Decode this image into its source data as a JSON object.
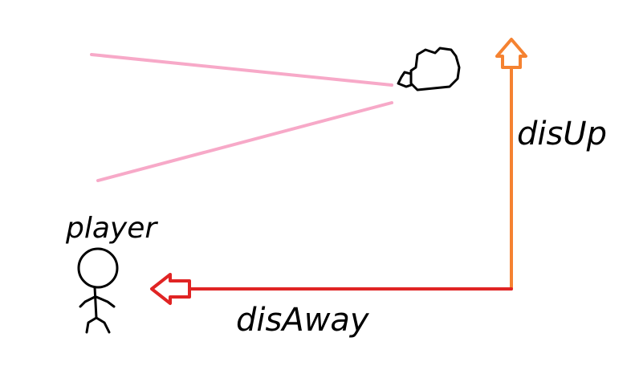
{
  "labels": {
    "player": "player",
    "dis_up": "disUp",
    "dis_away": "disAway"
  },
  "icons": {
    "camera": "camera-icon",
    "player_figure": "stick-figure-icon"
  },
  "colors": {
    "view_lines": "#f7a9c8",
    "dis_up_arrow": "#f58231",
    "dis_away_arrow": "#e02424",
    "ink": "#000000",
    "background": "#ffffff"
  }
}
